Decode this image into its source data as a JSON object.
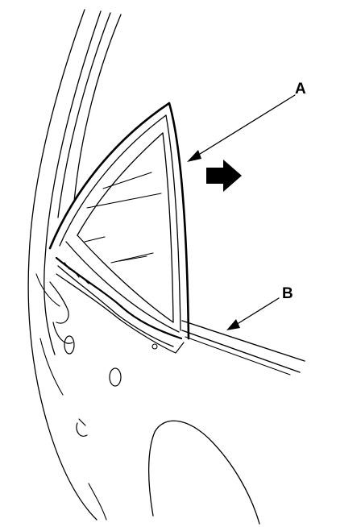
{
  "diagram": {
    "callouts": [
      {
        "id": "A",
        "label": "A"
      },
      {
        "id": "B",
        "label": "B"
      }
    ],
    "direction_arrow": {
      "icon": "right-arrow-icon",
      "color": "#000000"
    },
    "line_color": "#000000",
    "background_color": "#ffffff"
  }
}
